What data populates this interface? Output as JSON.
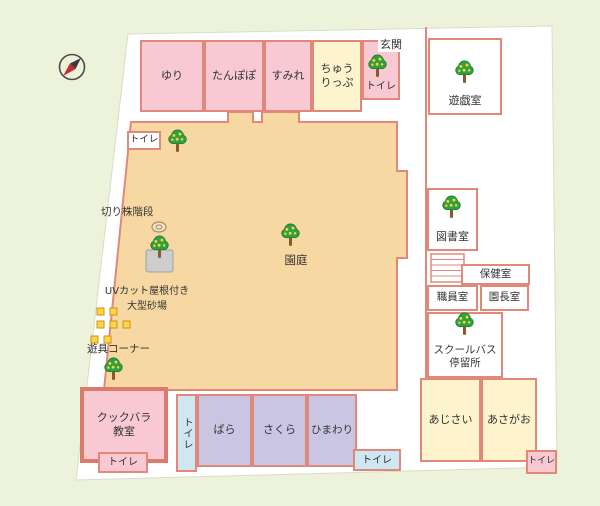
{
  "colors": {
    "background": "#edf3da",
    "site": "#ffffff",
    "wall": "#e0897b",
    "wall_strong": "#db7b6c",
    "pink_room": "#f8c9d3",
    "cream_room": "#fdf3cd",
    "lavender_room": "#c9c5e2",
    "blue_room": "#cfe7f2",
    "garden": "#f8d8a2",
    "tree_green": "#2fa044",
    "tree_trunk": "#8a5a2b",
    "tree_fruit": "#ffd231",
    "text": "#333333"
  },
  "icons": {
    "compass": "compass-icon",
    "tree": "tree-icon",
    "stump": "stump-icon",
    "stairs": "stairs-icon",
    "sandbox": "sandbox-icon",
    "play_equipment": "play-equipment-marker"
  },
  "rooms": {
    "yuri": {
      "label": "ゆり"
    },
    "tanpopo": {
      "label": "たんぽぽ"
    },
    "sumire": {
      "label": "すみれ"
    },
    "tulip": {
      "label": "ちゅうりっぷ",
      "line1": "ちゅう",
      "line2": "りっぷ"
    },
    "entrance": {
      "label": "玄関"
    },
    "toilet": {
      "label": "トイレ"
    },
    "playroom": {
      "label": "遊戯室"
    },
    "library": {
      "label": "図書室"
    },
    "health": {
      "label": "保健室"
    },
    "staff": {
      "label": "職員室"
    },
    "principal": {
      "label": "園長室"
    },
    "schoolbus": {
      "label": "スクールバス停留所",
      "line1": "スクールバス",
      "line2": "停留所"
    },
    "garden": {
      "label": "園庭"
    },
    "stump_stairs": {
      "label": "切り株階段"
    },
    "sandbox": {
      "label": "UVカット屋根付き大型砂場",
      "line1": "UVカット屋根付き",
      "line2": "大型砂場"
    },
    "play_corner": {
      "label": "遊具コーナー"
    },
    "cooking": {
      "label": "クックバラ教室",
      "line1": "クックバラ",
      "line2": "教室"
    },
    "bara": {
      "label": "ばら"
    },
    "sakura": {
      "label": "さくら"
    },
    "himawari": {
      "label": "ひまわり"
    },
    "ajisai": {
      "label": "あじさい"
    },
    "asagao": {
      "label": "あさがお"
    }
  }
}
